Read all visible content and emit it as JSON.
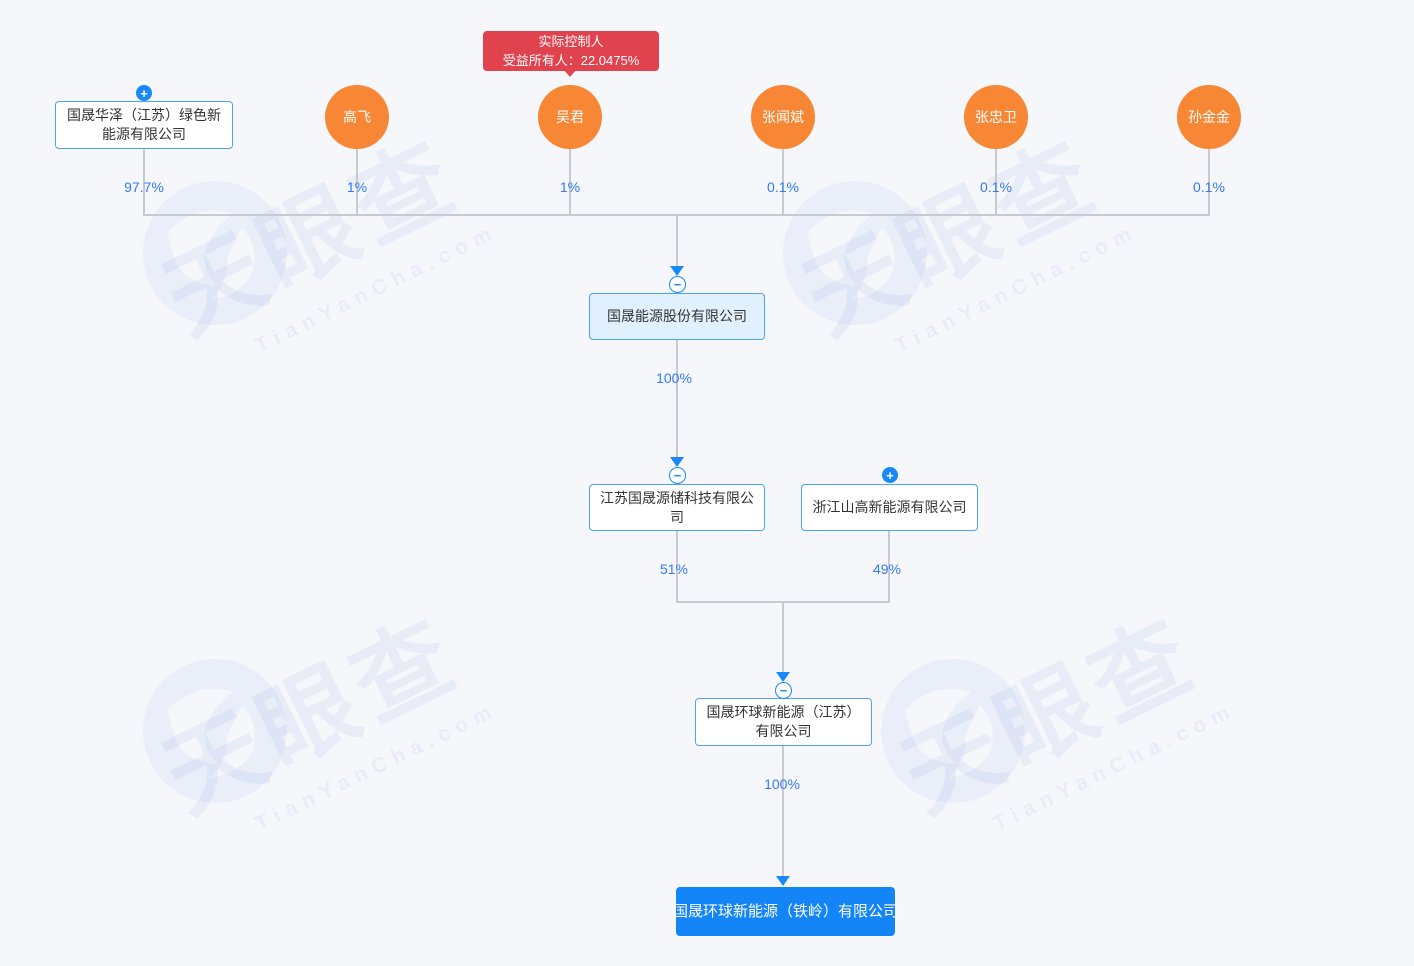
{
  "colors": {
    "background": "#f6f7fa",
    "accent_blue": "#1989fa",
    "percent_text_blue": "#3479f6",
    "box_border_blue": "#4da2f8",
    "box_tint_fill": "#e1f0fd",
    "bottom_box_fill": "#1485f7",
    "person_orange": "#f78635",
    "banner_red": "#e0424e",
    "line_gray": "#c6cbd2"
  },
  "banner": {
    "line1": "实际控制人",
    "line2": "受益所有人：22.0475%"
  },
  "icons": {
    "plus": "+",
    "minus": "−"
  },
  "shareholders": [
    {
      "type": "company",
      "name": "国晟华泽（江苏）绿色新能源有限公司",
      "percent": "97.7%"
    },
    {
      "type": "person",
      "name": "高飞",
      "percent": "1%"
    },
    {
      "type": "person",
      "name": "吴君",
      "percent": "1%"
    },
    {
      "type": "person",
      "name": "张闻斌",
      "percent": "0.1%"
    },
    {
      "type": "person",
      "name": "张忠卫",
      "percent": "0.1%"
    },
    {
      "type": "person",
      "name": "孙金金",
      "percent": "0.1%"
    }
  ],
  "tree": {
    "level1": {
      "name": "国晟能源股份有限公司"
    },
    "edge_l1_l2": "100%",
    "level2_left": {
      "name": "江苏国晟源储科技有限公司",
      "percent": "51%"
    },
    "level2_right": {
      "name": "浙江山高新能源有限公司",
      "percent": "49%"
    },
    "level3": {
      "name": "国晟环球新能源（江苏）有限公司"
    },
    "edge_l3_l4": "100%",
    "level4": {
      "name": "国晟环球新能源（铁岭）有限公司"
    }
  },
  "watermark": {
    "cn": "天眼查",
    "en": "TianYanCha.com"
  }
}
